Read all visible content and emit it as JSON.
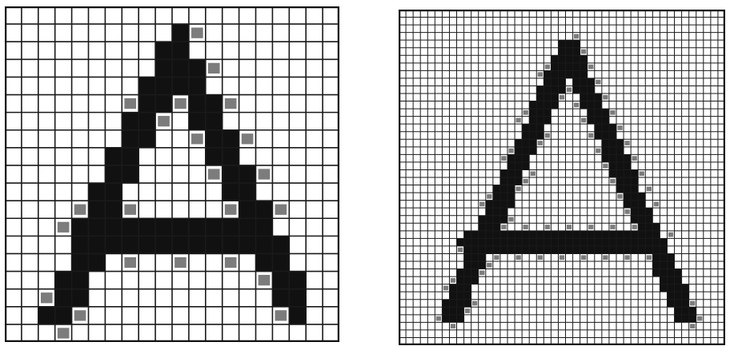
{
  "figure": {
    "panels": [
      {
        "id": "coarse",
        "grid": {
          "cols": 20,
          "rows": 19
        }
      },
      {
        "id": "fine",
        "grid": {
          "cols": 45,
          "rows": 44
        }
      }
    ],
    "colors": {
      "ink": "#111111",
      "paper": "#ffffff",
      "grid_line": "#1a1a1a"
    }
  }
}
